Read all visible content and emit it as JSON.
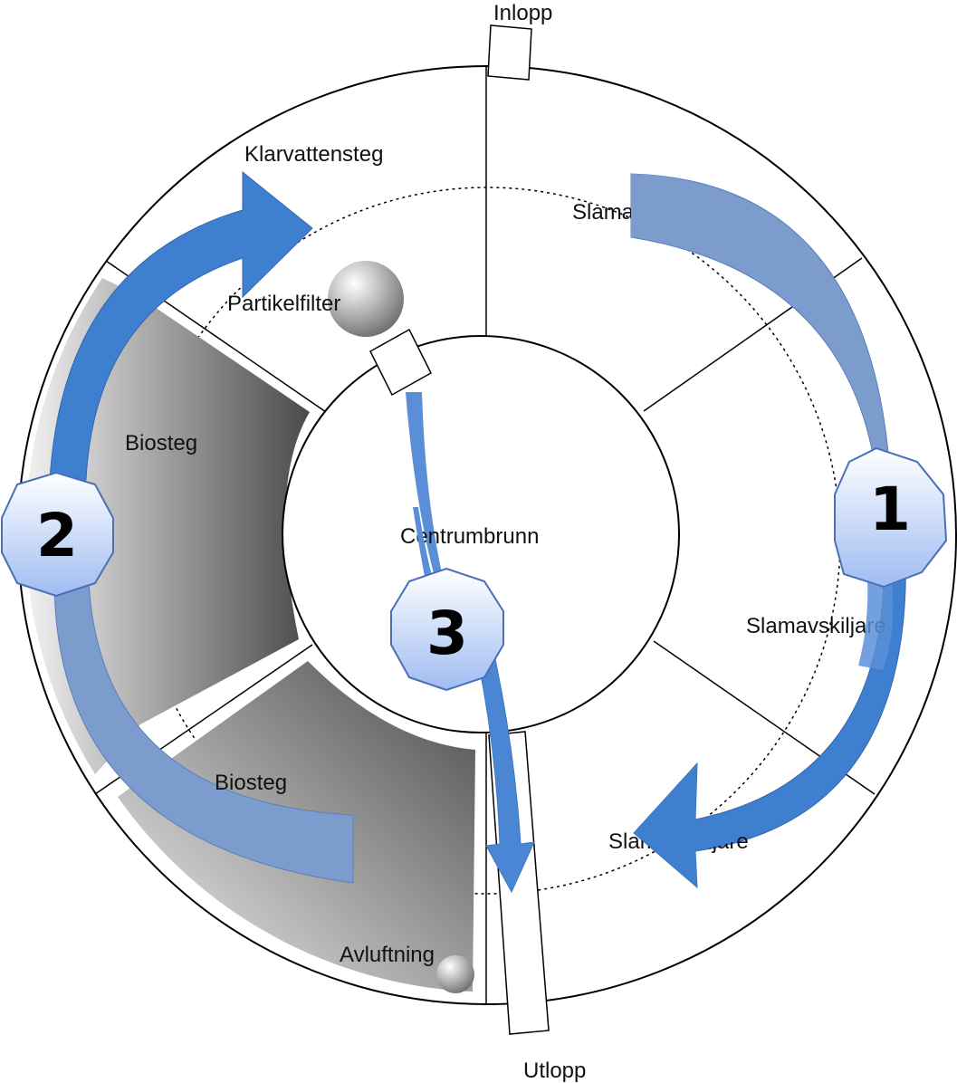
{
  "labels": {
    "inlet": "Inlopp",
    "outlet": "Utlopp",
    "clear_water": "Klarvattensteg",
    "particle_filter": "Partikelfilter",
    "bio_upper": "Biosteg",
    "bio_lower": "Biosteg",
    "sludge_upper": "Slamavskiljare",
    "sludge_middle": "Slamavskiljare",
    "sludge_lower": "Slamavskiljare",
    "center_well": "Centrumbrunn",
    "aeration": "Avluftning"
  },
  "badges": {
    "one": "1",
    "two": "2",
    "three": "3"
  },
  "colors": {
    "arrow_dark": "#3f7fd0",
    "arrow_light": "#7c9ccd",
    "badge_top": "#ffffff",
    "badge_bottom": "#9fbcf2",
    "badge_stroke": "#4a6fb5"
  }
}
